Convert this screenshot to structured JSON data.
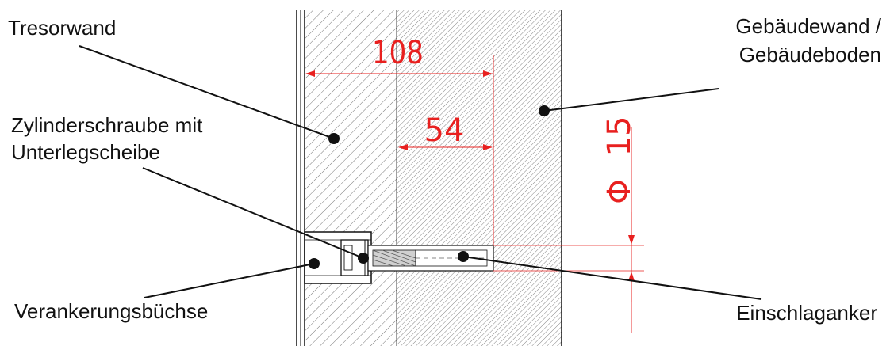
{
  "labels": {
    "tresorwand": "Tresorwand",
    "gebaeudewand_line1": "Gebäudewand /",
    "gebaeudewand_line2": "Gebäudeboden",
    "zylinderschraube_line1": "Zylinderschraube mit",
    "zylinderschraube_line2": "Unterlegscheibe",
    "verankerungsbuechse": "Verankerungsbüchse",
    "einschlaganker": "Einschlaganker"
  },
  "dimensions": {
    "overall": "108",
    "anchor_depth": "54",
    "diameter_symbol": "Φ",
    "diameter_value": "15"
  },
  "colors": {
    "dimension": "#e8201f",
    "line": "#111111",
    "hatch": "#6b6b6b",
    "background": "#ffffff"
  }
}
